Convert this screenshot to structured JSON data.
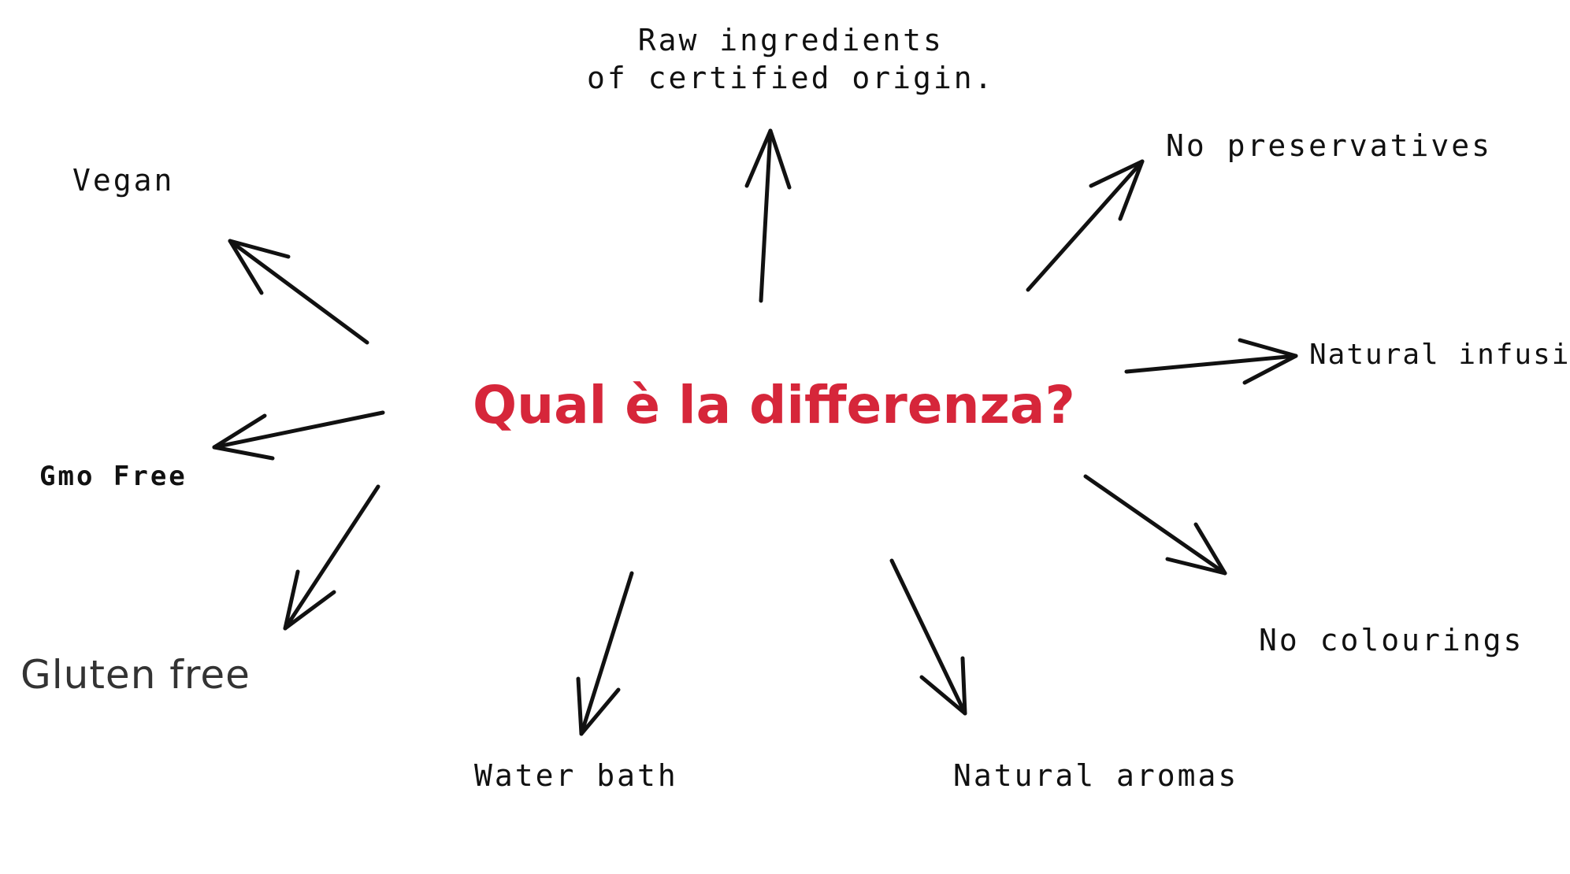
{
  "diagram": {
    "center_label": "Qual è la differenza?",
    "colors": {
      "center_text": "#d6263a",
      "label_text": "#111111",
      "arrow": "#111111",
      "background": "#ffffff"
    },
    "labels": {
      "raw_ingredients_line1": "Raw ingredients",
      "raw_ingredients_line2": "of certified origin.",
      "no_preservatives": "No preservatives",
      "natural_infusion": "Natural infusion",
      "no_colourings": "No colourings",
      "natural_aromas": "Natural aromas",
      "water_bath": "Water bath",
      "gluten_free": "Gluten free",
      "gmo_free": "Gmo Free",
      "vegan": "Vegan"
    }
  }
}
